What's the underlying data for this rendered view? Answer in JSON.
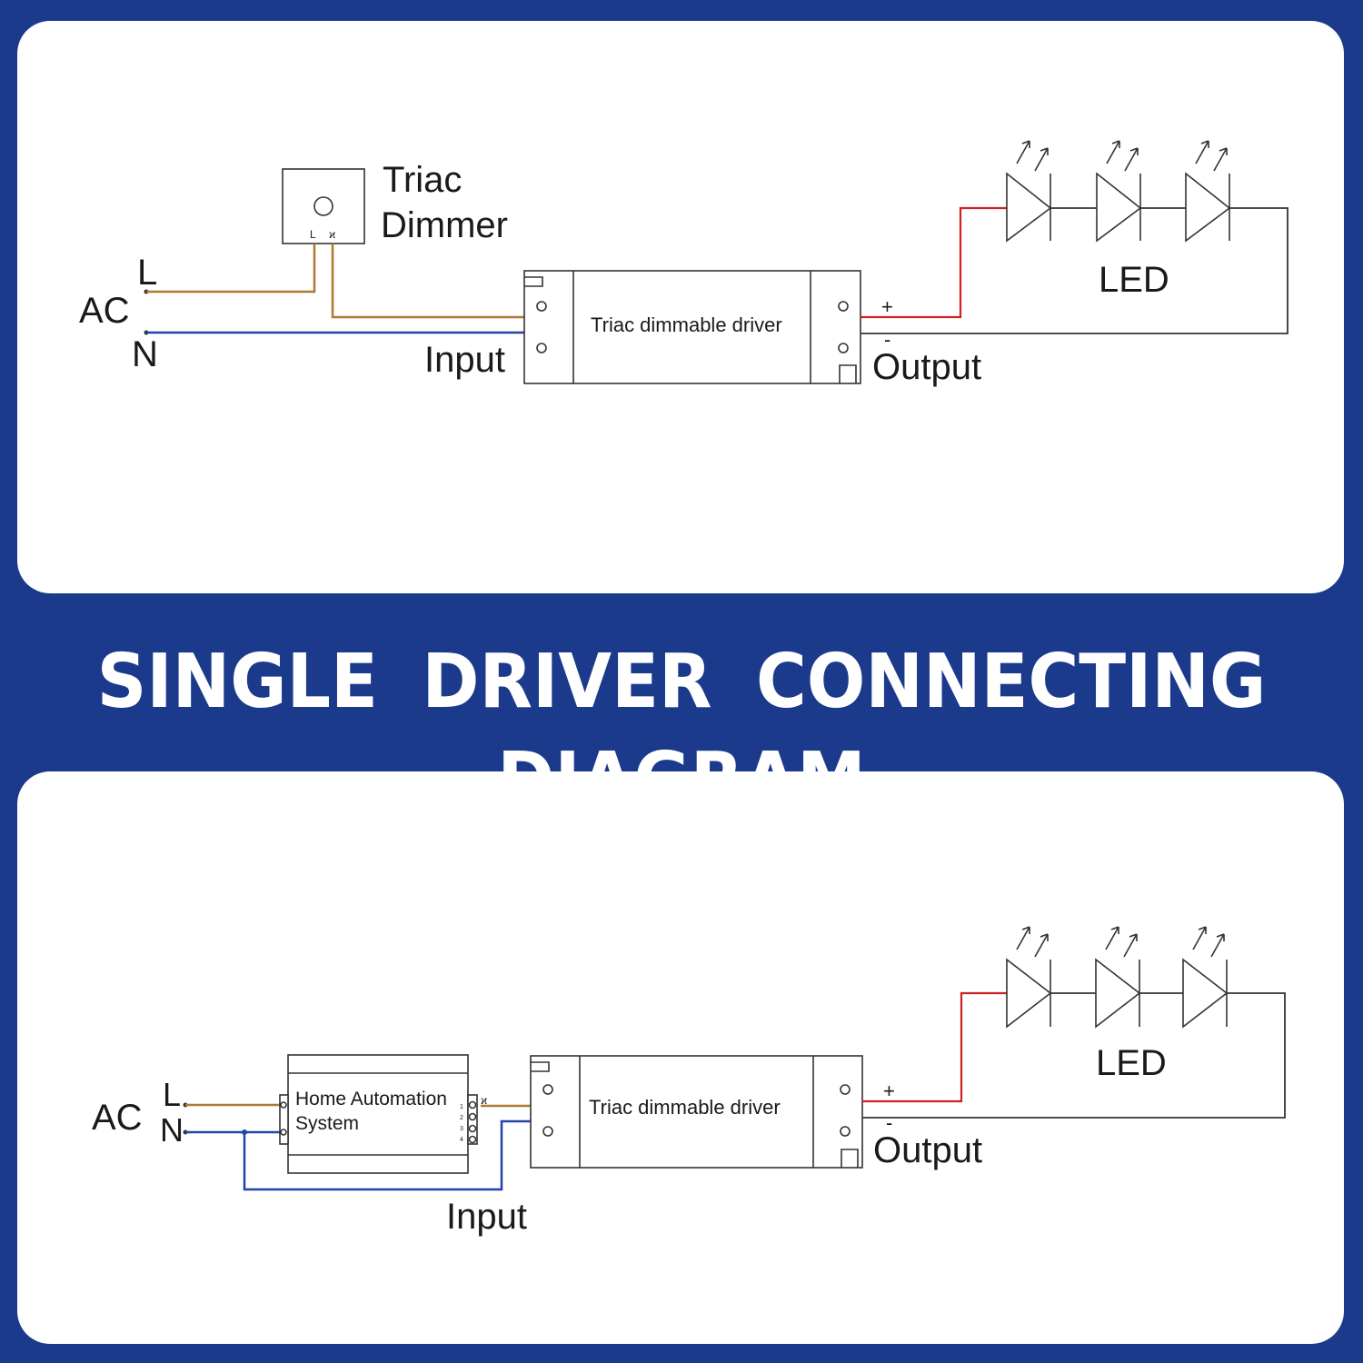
{
  "banner": {
    "title": "SINGLE  DRIVER  CONNECTING  DIAGRAM"
  },
  "top_diagram": {
    "ac_label": "AC",
    "line_label": "L",
    "neutral_label": "N",
    "dimmer_title_line1": "Triac",
    "dimmer_title_line2": "Dimmer",
    "dimmer_terminal_l": "L",
    "dimmer_terminal_dim": "ϰ",
    "driver_label": "Triac dimmable driver",
    "input_label": "Input",
    "output_label": "Output",
    "plus_label": "+",
    "minus_label": "-",
    "led_label": "LED"
  },
  "bottom_diagram": {
    "ac_label": "AC",
    "line_label": "L",
    "neutral_label": "N",
    "system_line1": "Home Automation",
    "system_line2": "System",
    "terminal_1": "1",
    "terminal_2": "2",
    "terminal_3": "3",
    "terminal_4": "4",
    "terminal_dim": "ϰ",
    "driver_label": "Triac dimmable driver",
    "input_label": "Input",
    "output_label": "Output",
    "plus_label": "+",
    "minus_label": "-",
    "led_label": "LED"
  },
  "colors": {
    "background": "#1c3a8c",
    "panel": "#ffffff",
    "live_wire": "#b07830",
    "neutral_wire": "#2244aa",
    "positive_wire": "#cc2222"
  }
}
